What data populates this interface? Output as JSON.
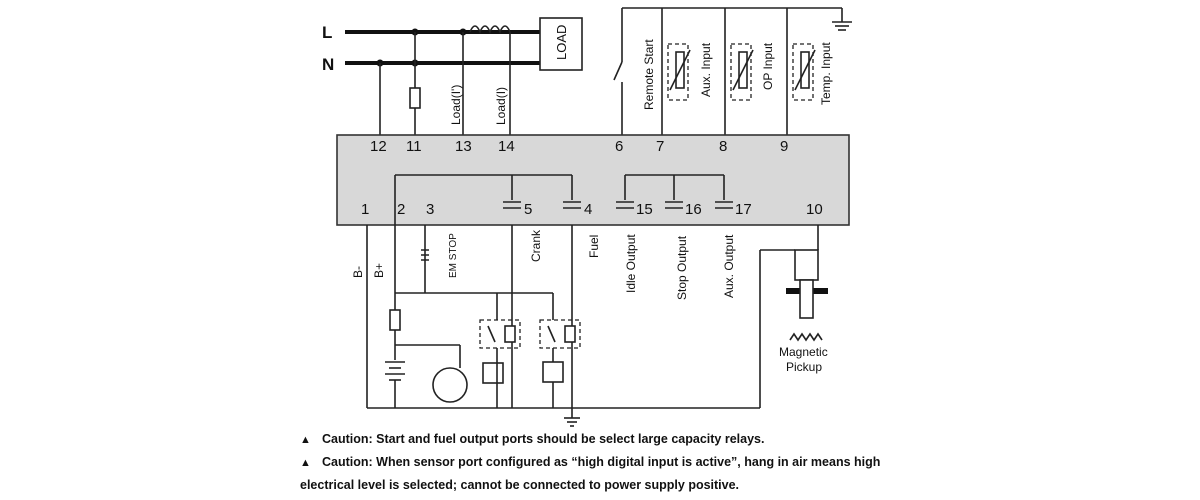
{
  "mains": {
    "line": "L",
    "neutral": "N",
    "load": "LOAD"
  },
  "terminals_top": [
    {
      "num": "12"
    },
    {
      "num": "11"
    },
    {
      "num": "13",
      "label": "Load(I')"
    },
    {
      "num": "14",
      "label": "Load(I)"
    },
    {
      "num": "6",
      "label": "Remote Start"
    },
    {
      "num": "7",
      "label": "Aux. Input"
    },
    {
      "num": "8",
      "label": "OP Input"
    },
    {
      "num": "9",
      "label": "Temp. Input"
    }
  ],
  "terminals_bottom": [
    {
      "num": "1",
      "label": "B-"
    },
    {
      "num": "2",
      "label": "B+"
    },
    {
      "num": "3",
      "label": "EM STOP"
    },
    {
      "num": "5",
      "label": "Crank"
    },
    {
      "num": "4",
      "label": "Fuel"
    },
    {
      "num": "15",
      "label": "Idle Output"
    },
    {
      "num": "16",
      "label": "Stop Output"
    },
    {
      "num": "17",
      "label": "Aux. Output"
    },
    {
      "num": "10"
    }
  ],
  "pickup": {
    "line1": "Magnetic",
    "line2": "Pickup"
  },
  "notes": [
    "Caution: Start and fuel output ports should be select large capacity relays.",
    "Caution: When sensor port configured as “high digital input is active”, hang in air means high",
    "electrical level is selected; cannot be connected to power supply positive."
  ]
}
